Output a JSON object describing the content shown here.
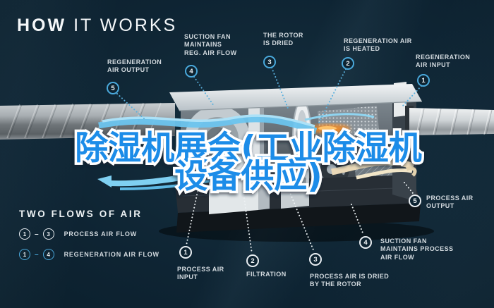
{
  "header": {
    "title_bold": "HOW",
    "title_light": "IT WORKS"
  },
  "overlay_text": {
    "line1": "除湿机展会(工业除湿机",
    "line2": "设备供应)"
  },
  "regeneration_labels": [
    {
      "num": "5",
      "text": "REGENERATION\nAIR OUTPUT"
    },
    {
      "num": "4",
      "text": "SUCTION FAN\nMAINTAINS\nREG. AIR FLOW"
    },
    {
      "num": "3",
      "text": "THE ROTOR\nIS DRIED"
    },
    {
      "num": "2",
      "text": "REGENERATION AIR\nIS HEATED"
    },
    {
      "num": "1",
      "text": "REGENERATION\nAIR INPUT"
    }
  ],
  "process_labels": [
    {
      "num": "1",
      "text": "PROCESS AIR\nINPUT"
    },
    {
      "num": "2",
      "text": "FILTRATION"
    },
    {
      "num": "3",
      "text": "PROCESS AIR IS DRIED\nBY THE ROTOR"
    },
    {
      "num": "4",
      "text": "SUCTION FAN\nMAINTAINS PROCESS\nAIR FLOW"
    },
    {
      "num": "5",
      "text": "PROCESS AIR\nOUTPUT"
    }
  ],
  "legend": {
    "title": "TWO FLOWS OF AIR",
    "rows": [
      {
        "from": "1",
        "separator": "–",
        "to": "3",
        "label": "PROCESS AIR FLOW",
        "type": "process"
      },
      {
        "from": "1",
        "separator": "–",
        "to": "4",
        "label": "REGENERATION AIR FLOW",
        "type": "regeneration"
      }
    ]
  },
  "colors": {
    "background": "#0e2433",
    "regeneration_accent": "#4aa9dc",
    "process_accent": "#e9eef2",
    "overlay_blue": "#1d8ce8",
    "overlay_stroke": "#ffffff",
    "heater_orange": "#f08a28"
  }
}
